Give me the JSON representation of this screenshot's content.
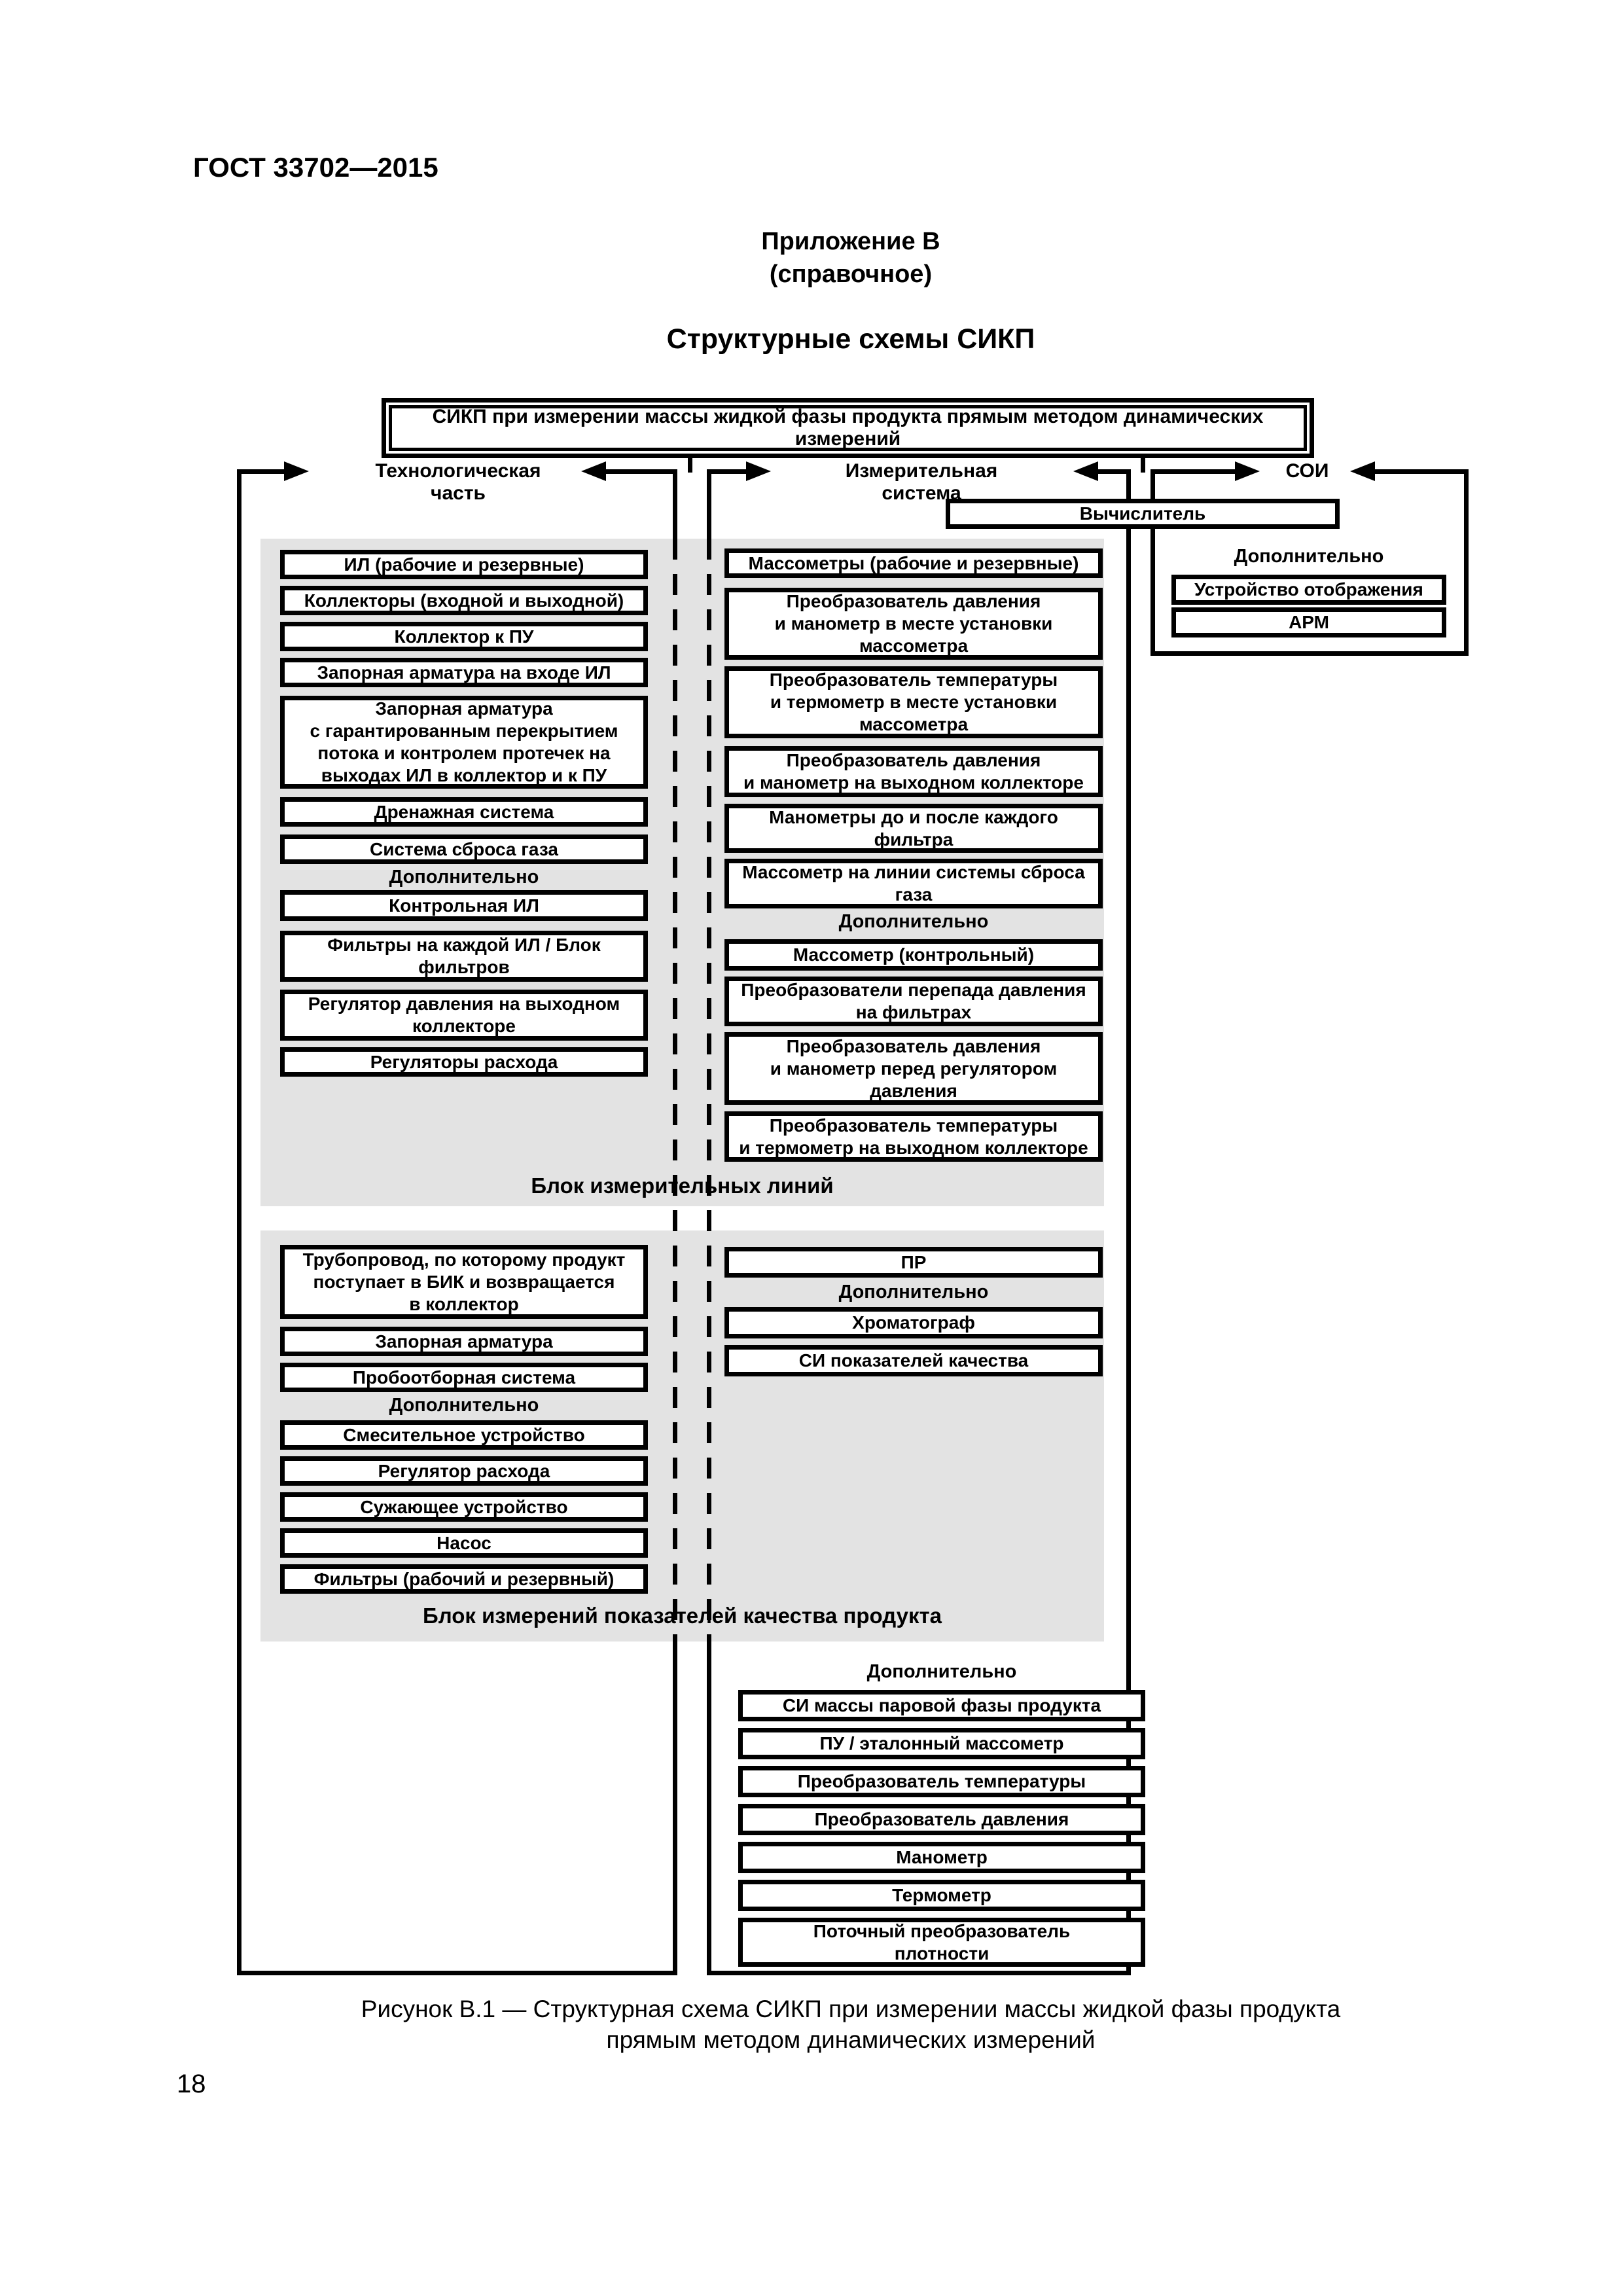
{
  "page": {
    "standard": "ГОСТ 33702—2015",
    "page_number": "18"
  },
  "header": {
    "appendix": "Приложение В",
    "appendix_note": "(справочное)",
    "title": "Структурные схемы СИКП"
  },
  "root_box": "СИКП при измерении массы жидкой фазы продукта прямым методом динамических измерений",
  "sections": {
    "tech": "Технологическая часть",
    "meas": "Измерительная система",
    "soi": "СОИ"
  },
  "computer": "Вычислитель",
  "extra_label": "Дополнительно",
  "soi_panel": {
    "items": [
      "Устройство отображения",
      "АРМ"
    ]
  },
  "block1": {
    "caption": "Блок измерительных линий",
    "tech_items": [
      "ИЛ (рабочие и резервные)",
      "Коллекторы (входной и выходной)",
      "Коллектор к ПУ",
      "Запорная арматура на входе ИЛ",
      "Запорная арматура\nс гарантированным перекрытием\nпотока и контролем протечек на\nвыходах ИЛ в коллектор и к ПУ",
      "Дренажная система",
      "Система сброса газа"
    ],
    "tech_extra_items": [
      "Контрольная ИЛ",
      "Фильтры на каждой ИЛ / Блок\nфильтров",
      "Регулятор давления на выходном\nколлекторе",
      "Регуляторы расхода"
    ],
    "meas_items": [
      "Массометры (рабочие и резервные)",
      "Преобразователь давления\nи манометр в месте установки\nмассометра",
      "Преобразователь температуры\nи термометр в месте установки\nмассометра",
      "Преобразователь давления\nи манометр на выходном коллекторе",
      "Манометры до и после каждого\nфильтра",
      "Массометр на линии системы сброса\nгаза"
    ],
    "meas_extra_items": [
      "Массометр (контрольный)",
      "Преобразователи перепада давления\nна фильтрах",
      "Преобразователь давления\nи манометр перед регулятором\nдавления",
      "Преобразователь температуры\nи термометр на выходном коллекторе"
    ]
  },
  "block2": {
    "caption": "Блок измерений показателей качества продукта",
    "tech_items": [
      "Трубопровод, по которому продукт\nпоступает в БИК и возвращается\nв коллектор",
      "Запорная арматура",
      "Пробоотборная система"
    ],
    "tech_extra_items": [
      "Смесительное устройство",
      "Регулятор расхода",
      "Сужающее устройство",
      "Насос",
      "Фильтры (рабочий и резервный)"
    ],
    "meas_items": [
      "ПР"
    ],
    "meas_extra_items": [
      "Хроматограф",
      "СИ показателей качества"
    ]
  },
  "bottom_extra_items": [
    "СИ массы паровой фазы продукта",
    "ПУ / эталонный массометр",
    "Преобразователь температуры",
    "Преобразователь давления",
    "Манометр",
    "Термометр",
    "Поточный преобразователь\nплотности"
  ],
  "figure_caption": "Рисунок В.1 — Структурная схема СИКП при измерении массы жидкой фазы продукта\nпрямым методом динамических измерений"
}
